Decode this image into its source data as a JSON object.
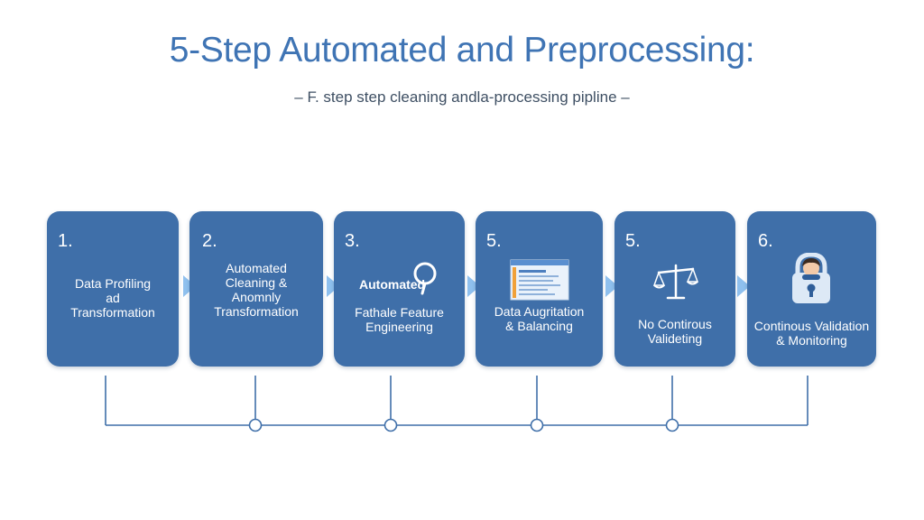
{
  "header": {
    "title": "5-Step Automated and Preprocessing:",
    "subtitle": "– F. step step cleaning andla-processing pipline –"
  },
  "steps": [
    {
      "number": "1.",
      "label": "Data Profiling\nad\nTransformation"
    },
    {
      "number": "2.",
      "label": "Automated\nCleaning &\nAnomnly\nTransformation"
    },
    {
      "number": "3.",
      "heading": "Automated",
      "label": "Fathale Feature\nEngineering",
      "icon": "search-icon"
    },
    {
      "number": "5.",
      "label": "Data Augritation\n& Balancing",
      "icon": "document-icon"
    },
    {
      "number": "5.",
      "label": "No Contirous\nValideting",
      "icon": "balance-scale-icon"
    },
    {
      "number": "6.",
      "label": "Continous Validation\n& Monitoring",
      "icon": "user-lock-icon"
    }
  ],
  "colors": {
    "title": "#3f74b4",
    "card": "#3f6fa9",
    "arrow": "#8fc0ee",
    "connector": "#3f6fa9"
  }
}
